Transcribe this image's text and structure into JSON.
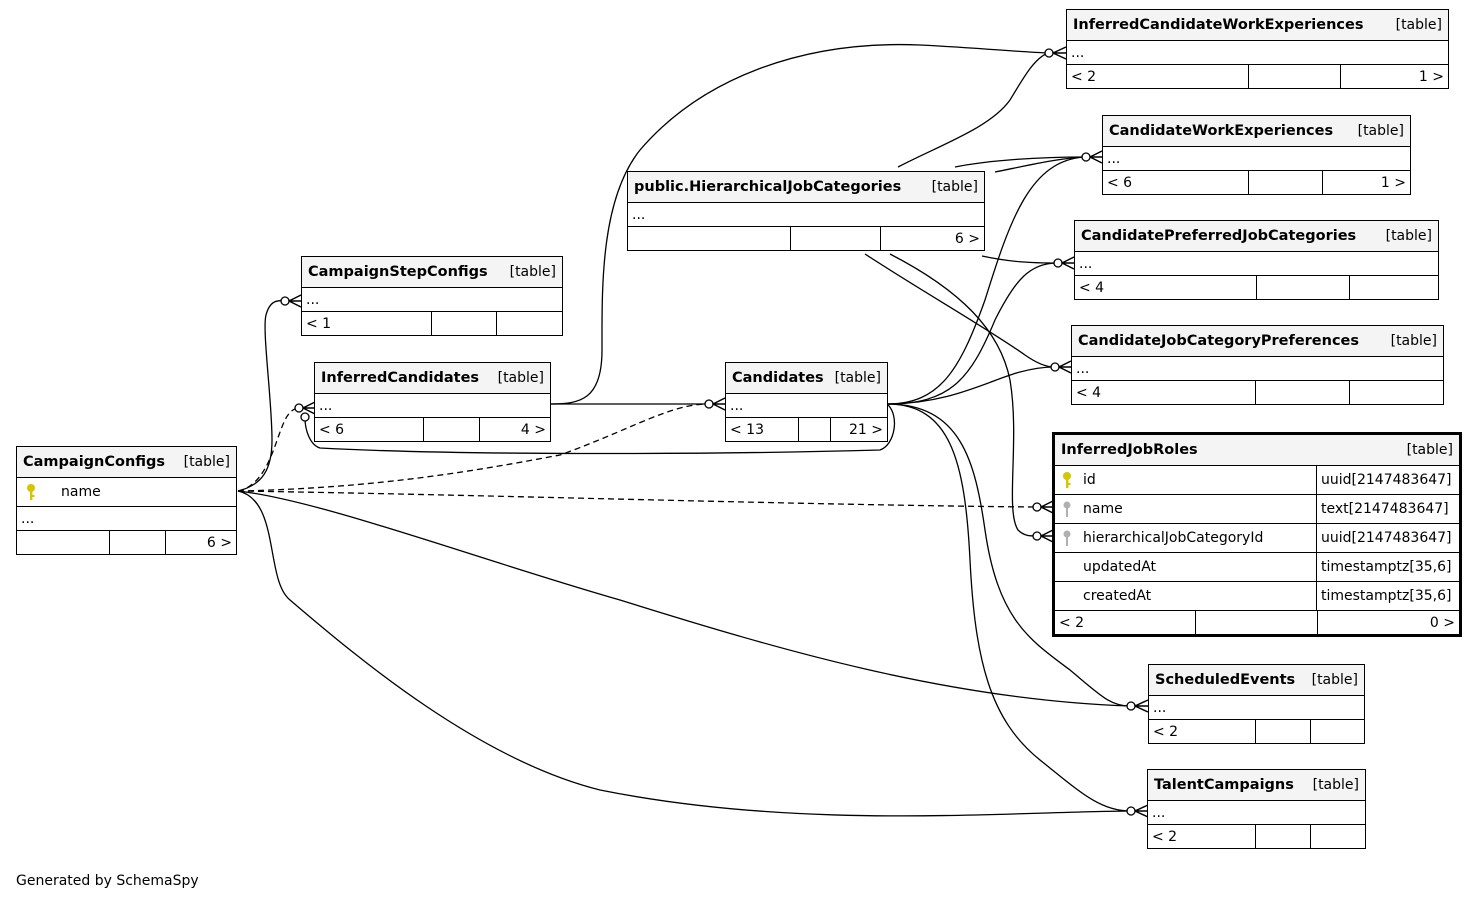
{
  "diagram": {
    "footer": "Generated by SchemaSpy",
    "ellipsis": "...",
    "tables": {
      "inferred_work_exp": {
        "name": "InferredCandidateWorkExperiences",
        "kind": "[table]",
        "foot": [
          "< 2",
          "",
          "1 >"
        ]
      },
      "candidate_work_exp": {
        "name": "CandidateWorkExperiences",
        "kind": "[table]",
        "foot": [
          "< 6",
          "",
          "1 >"
        ]
      },
      "hier_job_cat": {
        "name": "public.HierarchicalJobCategories",
        "kind": "[table]",
        "foot": [
          "",
          "",
          "6 >"
        ]
      },
      "cand_pref_job_cat": {
        "name": "CandidatePreferredJobCategories",
        "kind": "[table]",
        "foot": [
          "< 4",
          "",
          ""
        ]
      },
      "campaign_step_configs": {
        "name": "CampaignStepConfigs",
        "kind": "[table]",
        "foot": [
          "< 1",
          "",
          ""
        ]
      },
      "cand_job_cat_pref": {
        "name": "CandidateJobCategoryPreferences",
        "kind": "[table]",
        "foot": [
          "< 4",
          "",
          ""
        ]
      },
      "inferred_candidates": {
        "name": "InferredCandidates",
        "kind": "[table]",
        "foot": [
          "< 6",
          "",
          "4 >"
        ]
      },
      "candidates": {
        "name": "Candidates",
        "kind": "[table]",
        "foot": [
          "< 13",
          "",
          "21 >"
        ]
      },
      "campaign_configs": {
        "name": "CampaignConfigs",
        "kind": "[table]",
        "column": "name",
        "foot": [
          "",
          "",
          "6 >"
        ]
      },
      "inferred_job_roles": {
        "name": "InferredJobRoles",
        "kind": "[table]",
        "columns": [
          {
            "name": "id",
            "type": "uuid[2147483647]",
            "key": "primary"
          },
          {
            "name": "name",
            "type": "text[2147483647]",
            "key": "index"
          },
          {
            "name": "hierarchicalJobCategoryId",
            "type": "uuid[2147483647]",
            "key": "index"
          },
          {
            "name": "updatedAt",
            "type": "timestamptz[35,6]",
            "key": "none"
          },
          {
            "name": "createdAt",
            "type": "timestamptz[35,6]",
            "key": "none"
          }
        ],
        "foot": [
          "< 2",
          "",
          "0 >"
        ]
      },
      "scheduled_events": {
        "name": "ScheduledEvents",
        "kind": "[table]",
        "foot": [
          "< 2",
          "",
          ""
        ]
      },
      "talent_campaigns": {
        "name": "TalentCampaigns",
        "kind": "[table]",
        "foot": [
          "< 2",
          "",
          ""
        ]
      }
    },
    "colors": {
      "primary_key": "#d4c600",
      "index_key": "#b0b0b0",
      "header_bg": "#f4f4f4",
      "line": "#000000"
    }
  }
}
